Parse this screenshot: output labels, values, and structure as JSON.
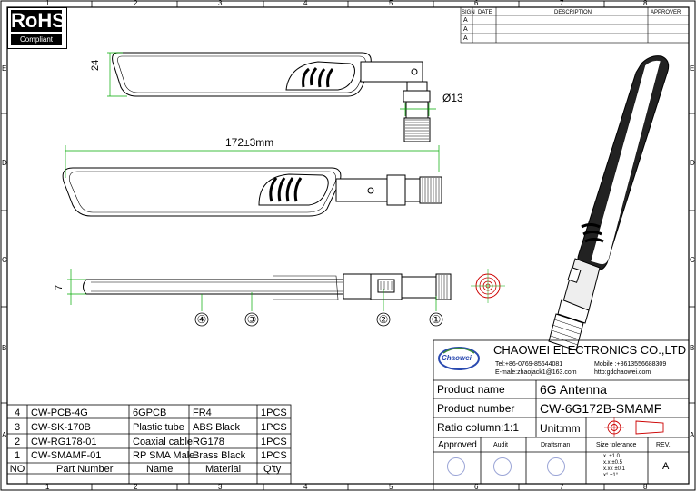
{
  "grid": {
    "cols": [
      "1",
      "2",
      "3",
      "4",
      "5",
      "6",
      "7",
      "8"
    ],
    "rows": [
      "E",
      "D",
      "C",
      "B",
      "A"
    ]
  },
  "rohs": {
    "title": "RoHS",
    "subtitle": "Compliant"
  },
  "revision_table": {
    "headers": [
      "SIGN",
      "DATE",
      "DESCRIPTION",
      "APPROVER"
    ],
    "signs": [
      "A",
      "A",
      "A"
    ]
  },
  "dimensions": {
    "height": "24",
    "diameter": "Ø13",
    "length": "172±3mm",
    "thickness": "7"
  },
  "callouts": [
    "④",
    "③",
    "②",
    "①"
  ],
  "company": {
    "name": "CHAOWEI ELECTRONICS CO.,LTD",
    "tel": "Tel:+86-0769-85644081",
    "mobile": "Mobile :+8613556688309",
    "email": "E-male:zhaojack1@163.com",
    "web": "http:gdchaowei.com",
    "logo_text": "Chaowei"
  },
  "title_block": {
    "product_name_label": "Product name",
    "product_name": "6G Antenna",
    "product_number_label": "Product number",
    "product_number": "CW-6G172B-SMAMF",
    "ratio_label": "Ratio column:1:1",
    "unit_label": "Unit:mm",
    "approved": "Approved",
    "audit": "Audit",
    "draftsman": "Draftsman",
    "size_tolerance": "Size tolerance",
    "rev_label": "REV.",
    "rev": "A",
    "tolerances": [
      "x.   ±1.0",
      "x.x   ±0.5",
      "x.xx ±0.1",
      "x°   ±1°"
    ]
  },
  "bom": {
    "headers": [
      "NO",
      "Part Number",
      "Name",
      "Material",
      "Q'ty"
    ],
    "rows": [
      [
        "4",
        "CW-PCB-4G",
        "6GPCB",
        "FR4",
        "1PCS"
      ],
      [
        "3",
        "CW-SK-170B",
        "Plastic tube",
        "ABS Black",
        "1PCS"
      ],
      [
        "2",
        "CW-RG178-01",
        "Coaxial cable",
        "RG178",
        "1PCS"
      ],
      [
        "1",
        "CW-SMAMF-01",
        "RP SMA Male",
        "Brass Black",
        "1PCS"
      ]
    ]
  }
}
